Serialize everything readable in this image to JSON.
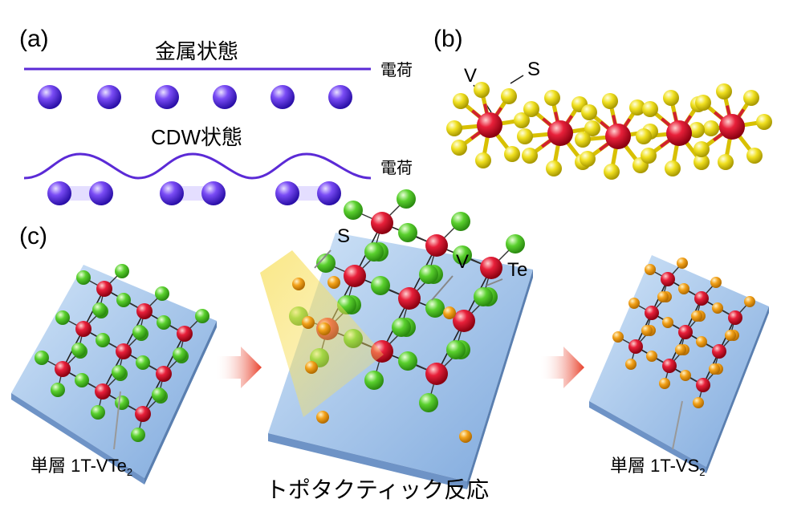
{
  "panels": {
    "a": {
      "label": "(a)",
      "metal_state": "金属状態",
      "cdw_state": "CDW状態",
      "charge_top": "電荷",
      "charge_bottom": "電荷"
    },
    "b": {
      "label": "(b)",
      "atom_v": "V",
      "atom_s": "S"
    },
    "c": {
      "label": "(c)",
      "left_caption": "単層 1T-VTe",
      "right_caption": "単層 1T-VS",
      "subscript": "2",
      "atom_s": "S",
      "atom_v": "V",
      "atom_te": "Te",
      "reaction": "トポタクティック反応"
    }
  },
  "colors": {
    "line": "#5b2ad6",
    "electron": "#6a3cf0",
    "vanadium": "#e0203a",
    "sulfur": "#f0e020",
    "tellurium": "#5ad02e",
    "sulfur_orange": "#f3a21a",
    "substrate": "#8fb8e6",
    "arrow": "#e8402a"
  }
}
